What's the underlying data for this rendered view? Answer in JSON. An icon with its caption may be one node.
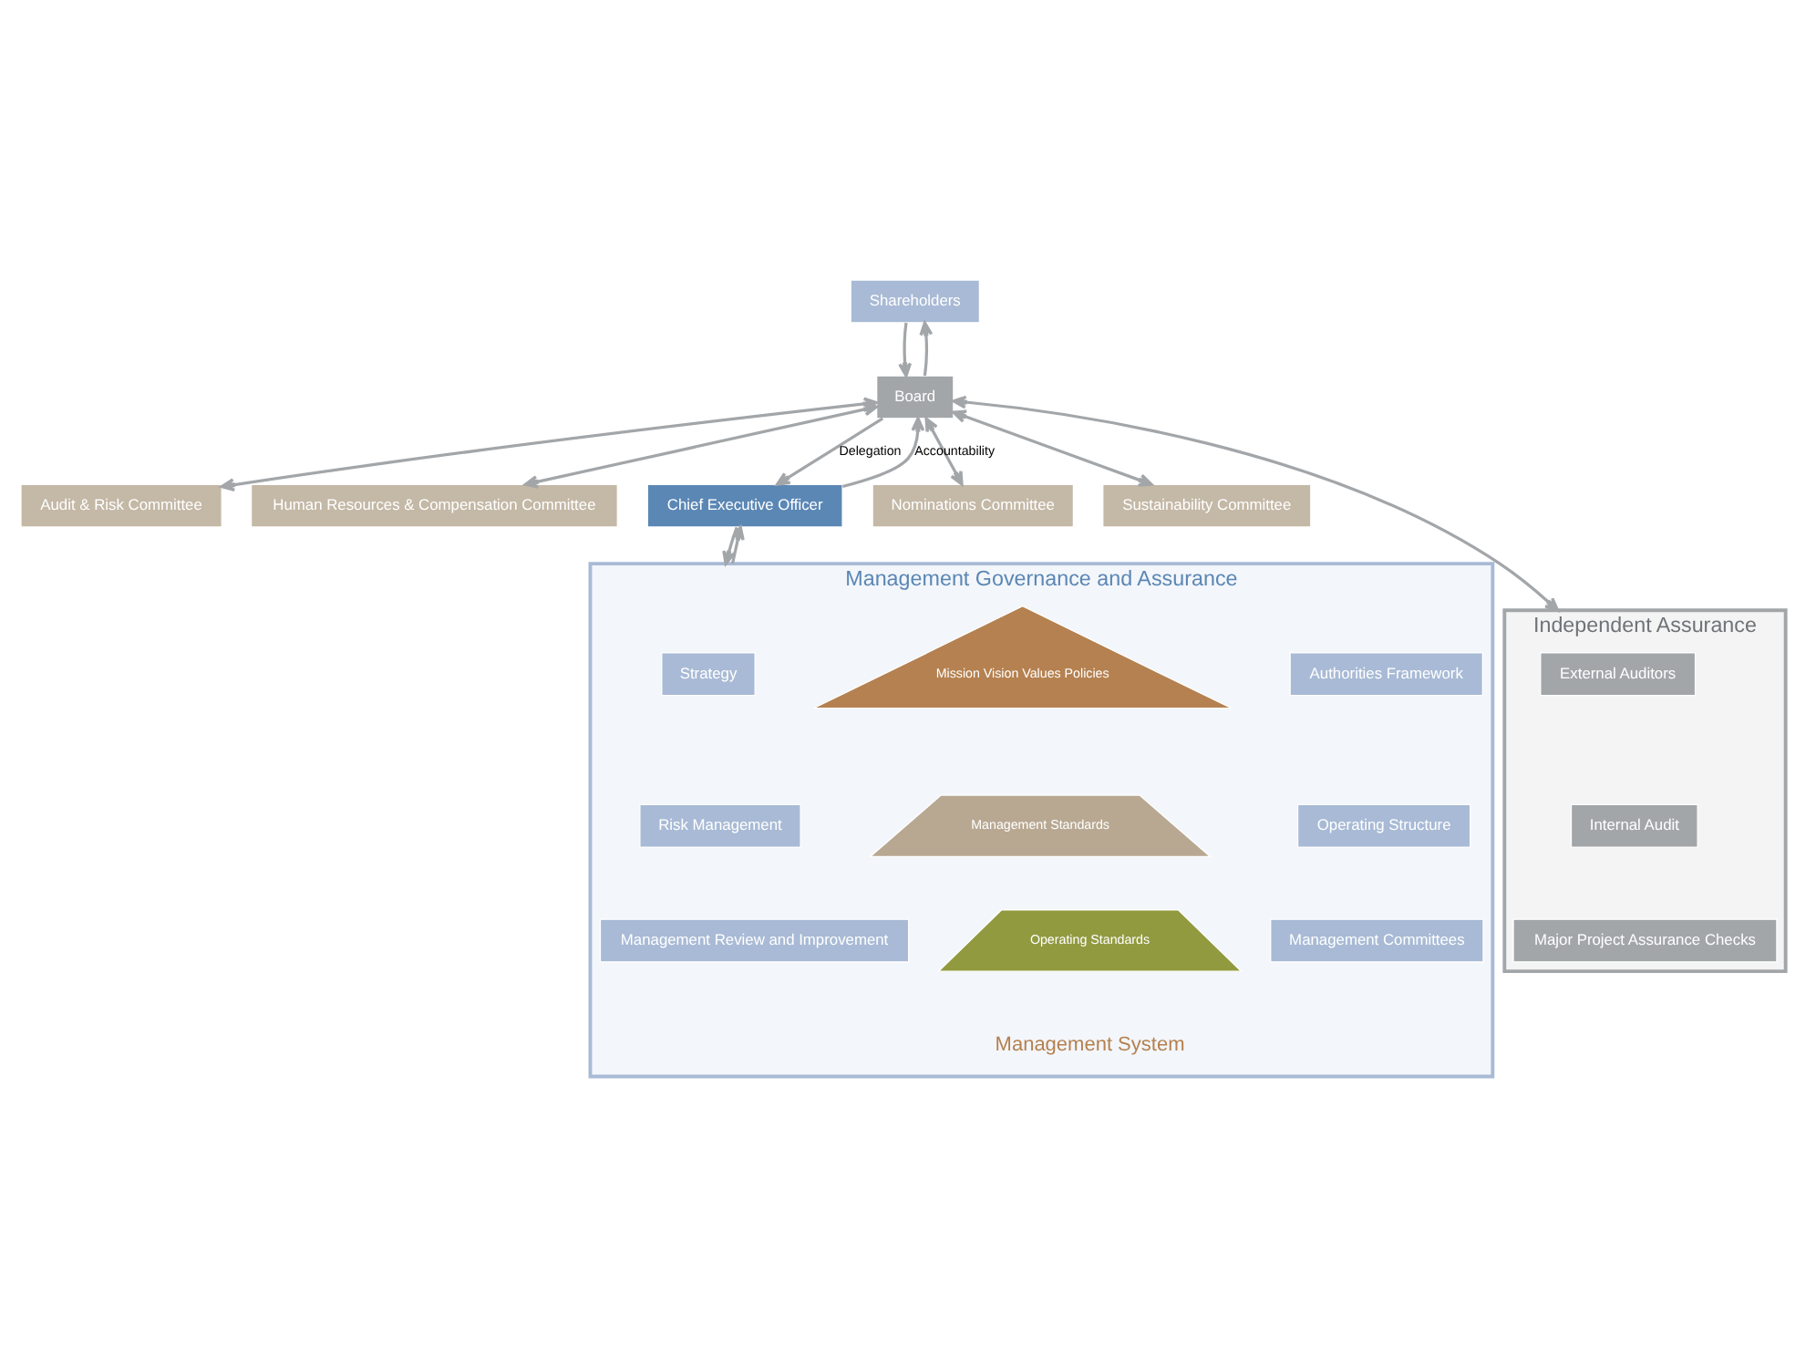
{
  "diagram": {
    "nodes": [
      {
        "text": [
          "Shareholders"
        ]
      },
      {
        "text": [
          "Board"
        ]
      },
      {
        "text": [
          "Audit & Risk Committee"
        ]
      },
      {
        "text": [
          "Human Resources & Compensation Committee"
        ]
      },
      {
        "text": [
          "Chief Executive Officer"
        ]
      },
      {
        "text": [
          "Nominations Committee"
        ]
      },
      {
        "text": [
          "Sustainability Committee"
        ]
      },
      {
        "text": [
          "Independent Assurance"
        ]
      },
      {
        "text": [
          "External Auditors"
        ],
        "in": 7
      },
      {
        "text": [
          "Internal Audit"
        ],
        "in": 7
      },
      {
        "text": [
          "Major Project Assurance Checks"
        ],
        "in": 7
      },
      {
        "text": [
          "Management Governance and Assurance"
        ]
      },
      {
        "text": [
          "Strategy"
        ],
        "in": 11
      },
      {
        "text": [
          "Risk Management"
        ],
        "in": 11
      },
      {
        "text": [
          "Management Review and Improvement"
        ],
        "in": 11
      },
      {
        "text": [
          "Mission Vision Values Policies"
        ],
        "in": 11
      },
      {
        "text": [
          "Management Standards"
        ],
        "in": 11
      },
      {
        "text": [
          "Operating Standards"
        ],
        "in": 11
      },
      {
        "text": [
          "Authorities Framework"
        ],
        "in": 11
      },
      {
        "text": [
          "Operating Structure"
        ],
        "in": 11
      },
      {
        "text": [
          "Management Committees"
        ],
        "in": 11
      }
    ],
    "edges": [
      {
        "from": 0,
        "to": 1,
        "arrow": "to"
      },
      {
        "from": 1,
        "to": 0,
        "arrow": "to"
      },
      {
        "from": 1,
        "to": 2,
        "arrow": "both"
      },
      {
        "from": 1,
        "to": 3,
        "arrow": "both"
      },
      {
        "from": 1,
        "to": 7,
        "arrow": "both"
      },
      {
        "from": 1,
        "to": 4,
        "label": "Delegation",
        "arrow": "to"
      },
      {
        "from": 4,
        "to": 1,
        "label": "Accountability",
        "arrow": "to"
      },
      {
        "from": 1,
        "to": 5,
        "arrow": "both"
      },
      {
        "from": 1,
        "to": 6,
        "arrow": "both"
      },
      {
        "from": 4,
        "to": 11,
        "arrow": "to"
      },
      {
        "from": 11,
        "to": 4,
        "arrow": "to"
      }
    ],
    "labels": [
      "Management System"
    ]
  }
}
